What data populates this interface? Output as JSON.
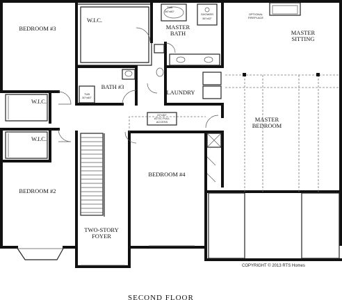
{
  "rooms": {
    "bedroom3": "BEDROOM #3",
    "wic_top": "W.I.C.",
    "master_bath": [
      "MASTER",
      "BATH"
    ],
    "master_sitting": [
      "MASTER",
      "SITTING"
    ],
    "optional_fireplace": [
      "OPTIONAL",
      "FIREPLACE"
    ],
    "tub_top": [
      "TUB",
      "36\"x60\""
    ],
    "shower": [
      "SHOWER",
      "36\"x42\""
    ],
    "tub_bath3": [
      "TUB",
      "30\"x60\""
    ],
    "bath3": "BATH #3",
    "laundry": "LAUNDRY",
    "wic_a": "W.I.C.",
    "wic_b": "W.I.C.",
    "attic_access": [
      "22\"x30\"",
      "ATTIC PULL",
      "ACCESS"
    ],
    "master_bedroom": [
      "MASTER",
      "BEDROOM"
    ],
    "bedroom4": "BEDROOM #4",
    "bedroom2": "BEDROOM #2",
    "foyer": [
      "TWO-STORY",
      "FOYER"
    ]
  },
  "copyright": "COPYRIGHT © 2013 RTS Homes",
  "floor_title": "SECOND FLOOR"
}
